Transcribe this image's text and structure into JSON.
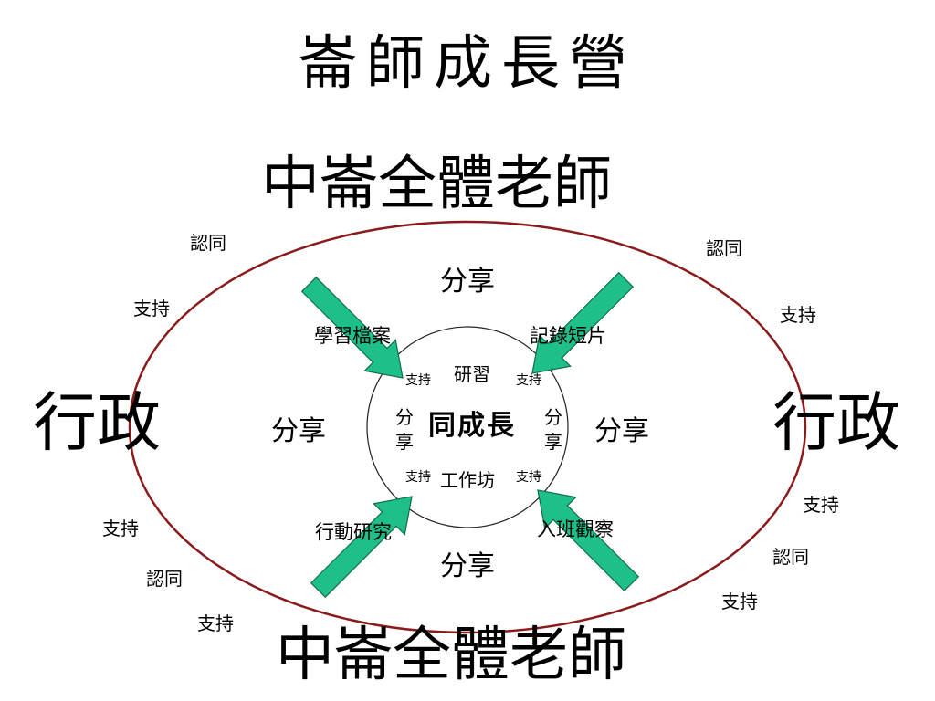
{
  "title": "崙師成長營",
  "top_group": "中崙全體老師",
  "bottom_group": "中崙全體老師",
  "left_group": "行政",
  "right_group": "行政",
  "share": [
    "分享",
    "分享",
    "分享",
    "分享"
  ],
  "arrow_labels": {
    "top_left": "學習檔案",
    "top_right": "記錄短片",
    "bottom_left": "行動研究",
    "bottom_right": "入班觀察"
  },
  "center": {
    "title": "同成長",
    "top": "研習",
    "bottom": "工作坊",
    "support": "支持",
    "share_left": "分享",
    "share_right": "分享"
  },
  "outer": {
    "recognize": "認同",
    "support": "支持"
  },
  "colors": {
    "ellipse": "#8b1a1a",
    "arrow_fill": "#1fbf8a",
    "arrow_stroke": "#0f6b4d"
  }
}
